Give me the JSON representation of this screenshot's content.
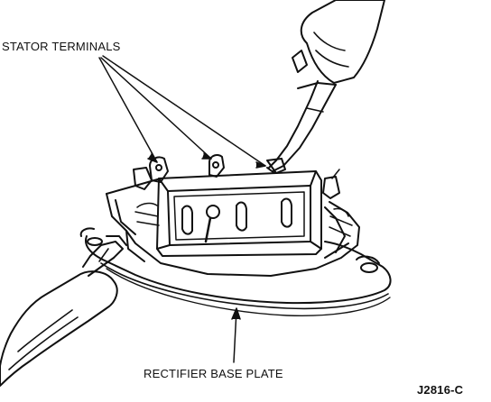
{
  "labels": {
    "stator_terminals": "STATOR TERMINALS",
    "rectifier_base_plate": "RECTIFIER BASE PLATE",
    "figure_code": "J2816-C"
  },
  "colors": {
    "ink": "#111111",
    "paper": "#ffffff"
  }
}
